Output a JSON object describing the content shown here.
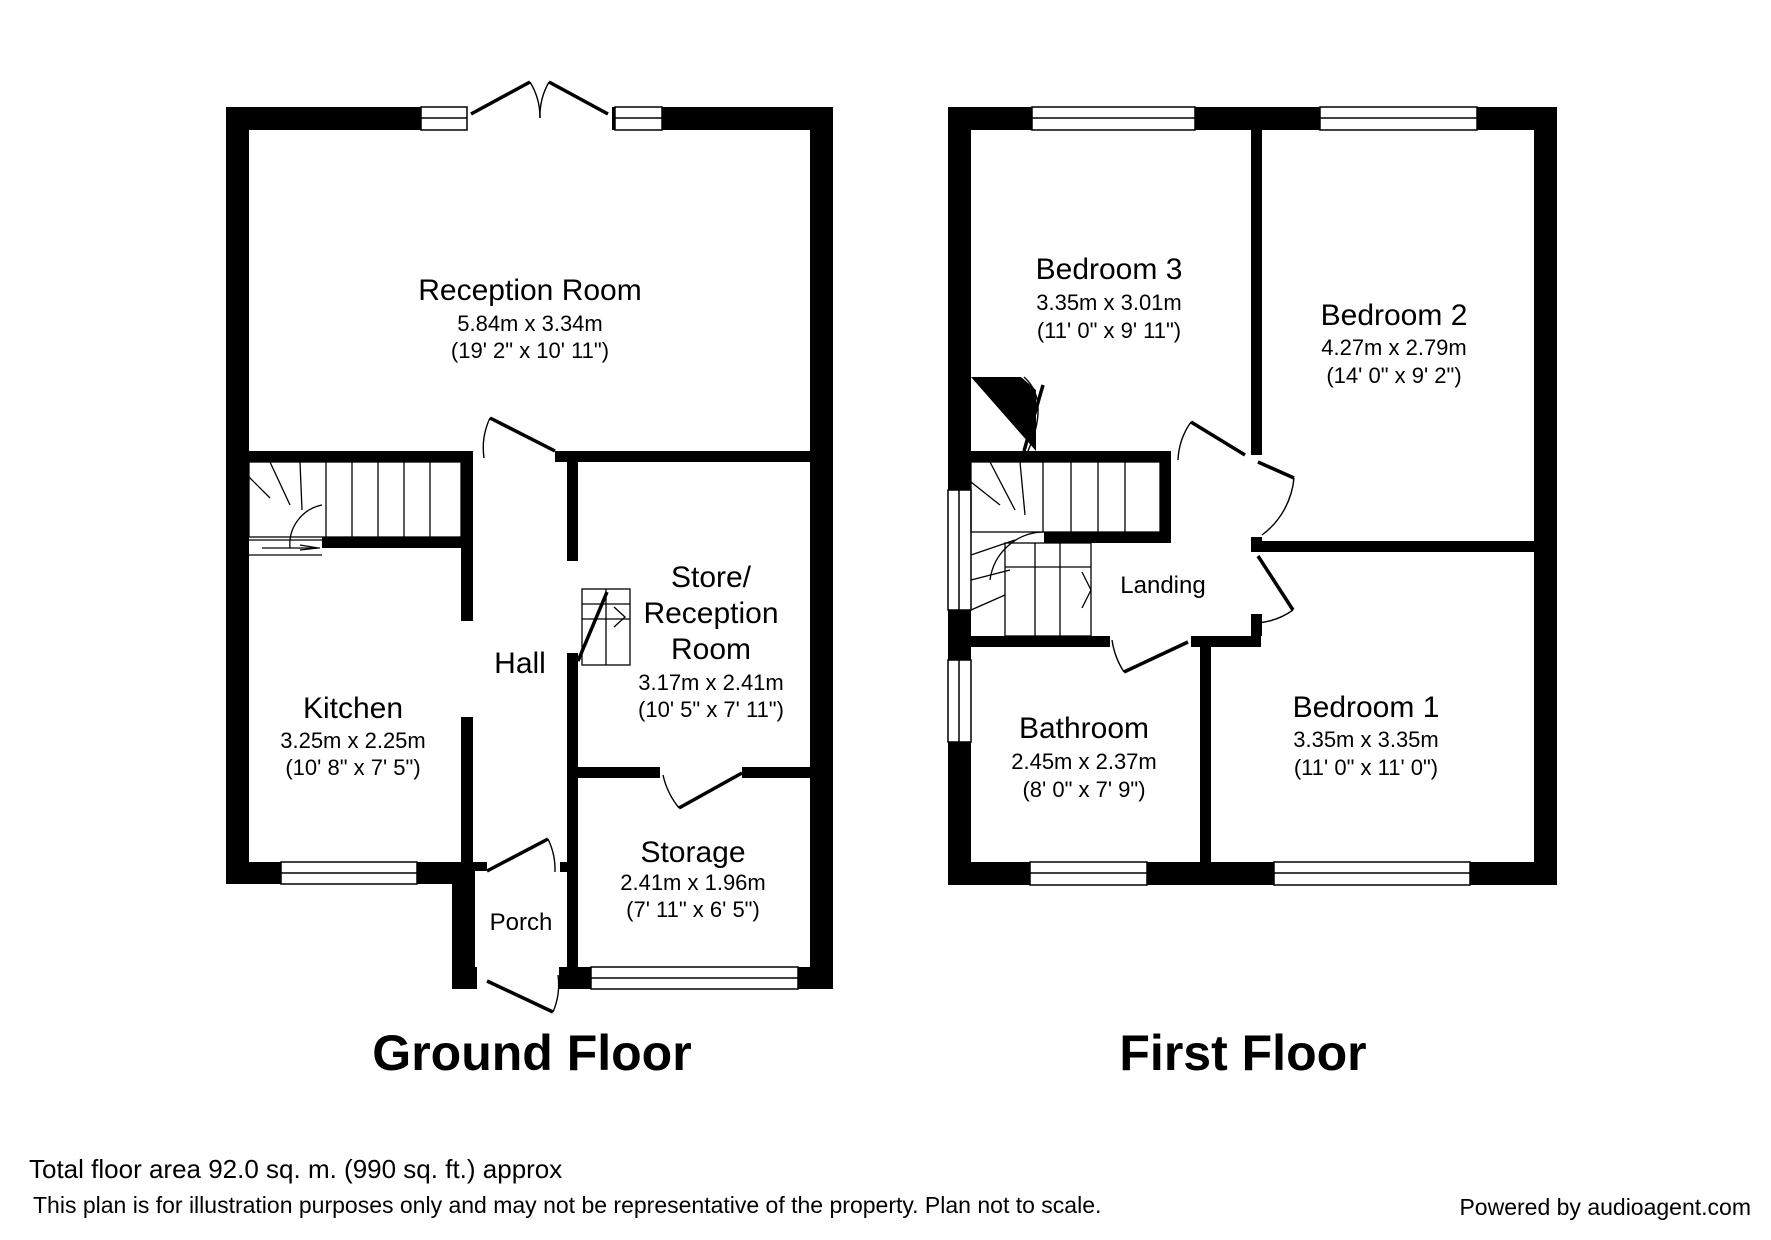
{
  "floors": {
    "ground": {
      "title": "Ground Floor",
      "rooms": {
        "reception": {
          "name": "Reception Room",
          "metric": "5.84m x 3.34m",
          "imperial": "(19' 2\" x 10' 11\")"
        },
        "store": {
          "name_line1": "Store/",
          "name_line2": "Reception",
          "name_line3": "Room",
          "metric": "3.17m x 2.41m",
          "imperial": "(10' 5\" x 7' 11\")"
        },
        "hall": {
          "name": "Hall"
        },
        "kitchen": {
          "name": "Kitchen",
          "metric": "3.25m x 2.25m",
          "imperial": "(10' 8\" x 7' 5\")"
        },
        "storage": {
          "name": "Storage",
          "metric": "2.41m x 1.96m",
          "imperial": "(7' 11\" x 6' 5\")"
        },
        "porch": {
          "name": "Porch"
        }
      }
    },
    "first": {
      "title": "First Floor",
      "rooms": {
        "bedroom3": {
          "name": "Bedroom 3",
          "metric": "3.35m x 3.01m",
          "imperial": "(11' 0\" x 9' 11\")"
        },
        "bedroom2": {
          "name": "Bedroom 2",
          "metric": "4.27m x 2.79m",
          "imperial": "(14' 0\" x 9' 2\")"
        },
        "landing": {
          "name": "Landing"
        },
        "bathroom": {
          "name": "Bathroom",
          "metric": "2.45m x 2.37m",
          "imperial": "(8' 0\" x 7' 9\")"
        },
        "bedroom1": {
          "name": "Bedroom 1",
          "metric": "3.35m x 3.35m",
          "imperial": "(11' 0\" x 11' 0\")"
        }
      }
    }
  },
  "footer": {
    "total_area": "Total floor area 92.0 sq. m. (990 sq. ft.) approx",
    "disclaimer": "This plan is for illustration purposes only and may not be representative of the property. Plan not to scale.",
    "credit": "Powered by audioagent.com"
  }
}
